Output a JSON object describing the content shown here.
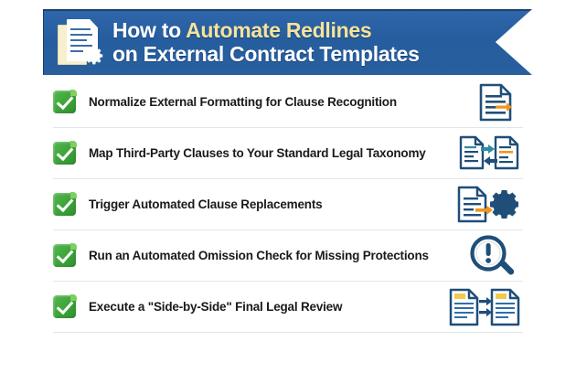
{
  "header": {
    "icon_name": "document-gear-icon",
    "title_line_1_plain": "How to ",
    "title_line_1_accent": "Automate Redlines",
    "title_line_2": "on External Contract Templates",
    "banner_color": "#2a5f9e",
    "banner_border_color": "#1b3f6e",
    "accent_text_color": "#f6e39b",
    "title_text_color": "#ffffff"
  },
  "steps": [
    {
      "index": 1,
      "label": "Normalize External Formatting for Clause Recognition",
      "checkbox": "checked",
      "icon_name": "document-orange-arrow-icon"
    },
    {
      "index": 2,
      "label": "Map Third-Party Clauses to Your Standard Legal Taxonomy",
      "checkbox": "checked",
      "icon_name": "two-documents-exchange-arrows-icon"
    },
    {
      "index": 3,
      "label": "Trigger Automated Clause Replacements",
      "checkbox": "checked",
      "icon_name": "document-arrow-gear-icon"
    },
    {
      "index": 4,
      "label": "Run an Automated Omission Check for Missing Protections",
      "checkbox": "checked",
      "icon_name": "magnifier-exclamation-icon"
    },
    {
      "index": 5,
      "label": "Execute a \"Side-by-Side\" Final Legal Review",
      "checkbox": "checked",
      "icon_name": "two-documents-compare-arrows-icon"
    }
  ],
  "palette": {
    "check_green": "#3da338",
    "icon_navy": "#1f4e79",
    "icon_orange": "#f0951e",
    "icon_teal": "#2e8c9e",
    "icon_yellow": "#f2c94c",
    "divider": "#e2e6ea",
    "text": "#1a1a1a"
  }
}
